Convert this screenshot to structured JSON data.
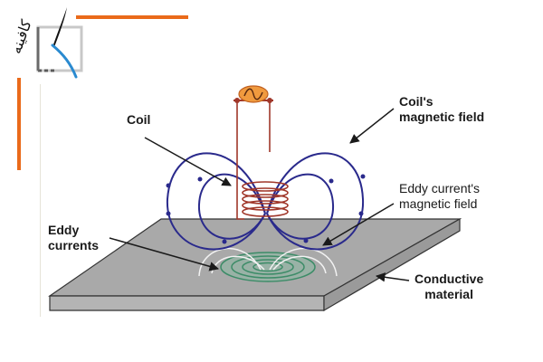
{
  "logo": {
    "name": "Persian calligraphy logo",
    "text": "کافینه"
  },
  "labels": {
    "coil": "Coil",
    "coil_field_line1": "Coil's",
    "coil_field_line2": "magnetic field",
    "eddy_field_line1": "Eddy current's",
    "eddy_field_line2": "magnetic field",
    "eddy_currents_line1": "Eddy",
    "eddy_currents_line2": "currents",
    "conductive_line1": "Conductive",
    "conductive_line2": "material"
  },
  "colors": {
    "accent_orange": "#ea6a1a",
    "coil_red": "#a0372a",
    "field_blue": "#2a2a8c",
    "eddy_green": "#3d8c68",
    "plate_gray": "#a9a9a9",
    "source_orange": "#f09a3e"
  }
}
